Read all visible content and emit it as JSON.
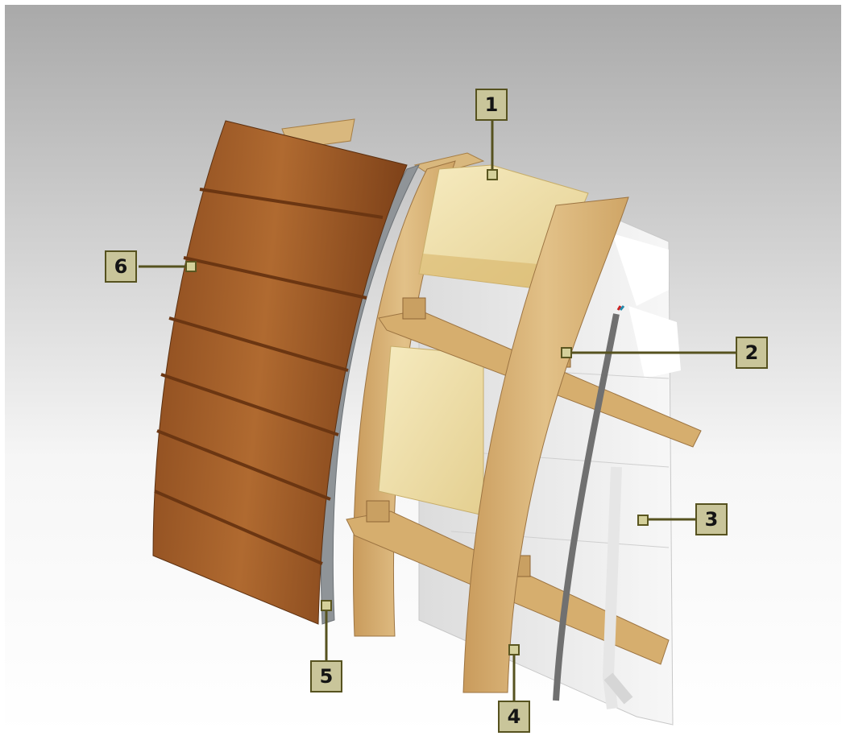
{
  "colors": {
    "callout_fill": "#c9c59a",
    "callout_border": "#56521f",
    "dot_fill": "#d4d09a",
    "cladding": "#9a5a2a",
    "insulation": "#eee0a8",
    "plywood": "#d8b47a",
    "membrane": "#8a8f93",
    "inner_board": "#eeeeee"
  },
  "callouts": [
    {
      "id": "callout-1",
      "label": "1"
    },
    {
      "id": "callout-2",
      "label": "2"
    },
    {
      "id": "callout-3",
      "label": "3"
    },
    {
      "id": "callout-4",
      "label": "4"
    },
    {
      "id": "callout-5",
      "label": "5"
    },
    {
      "id": "callout-6",
      "label": "6"
    }
  ]
}
